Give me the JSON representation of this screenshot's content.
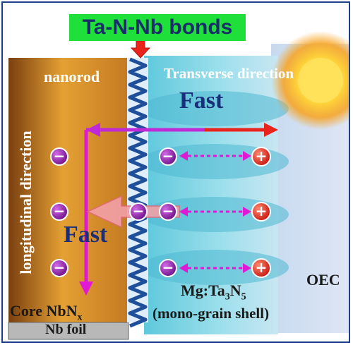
{
  "title": "Ta-N-Nb bonds",
  "labels": {
    "nanorod": "nanorod",
    "transverse": "Transverse direction",
    "longitudinal": "longitudinal direction",
    "fast_top": "Fast",
    "fast_left": "Fast",
    "core_prefix": "Core NbN",
    "core_sub": "x",
    "foil": "Nb foil",
    "shell_prefix": "Mg:Ta",
    "shell_sub1": "3",
    "shell_mid": "N",
    "shell_sub2": "5",
    "shell_desc": "(mono-grain shell)",
    "oec": "OEC"
  },
  "symbols": {
    "minus": "−",
    "plus": "+"
  },
  "colors": {
    "title_bg": "#1fe03a",
    "title_text": "#1a2d6b",
    "core": "#d9922a",
    "shell": "#67d0e3",
    "arrow_magenta": "#e01ad4",
    "arrow_red": "#e8241c",
    "electron": "#8a1aa8",
    "hole": "#e02a20",
    "text_blue": "#1a2f7a"
  }
}
